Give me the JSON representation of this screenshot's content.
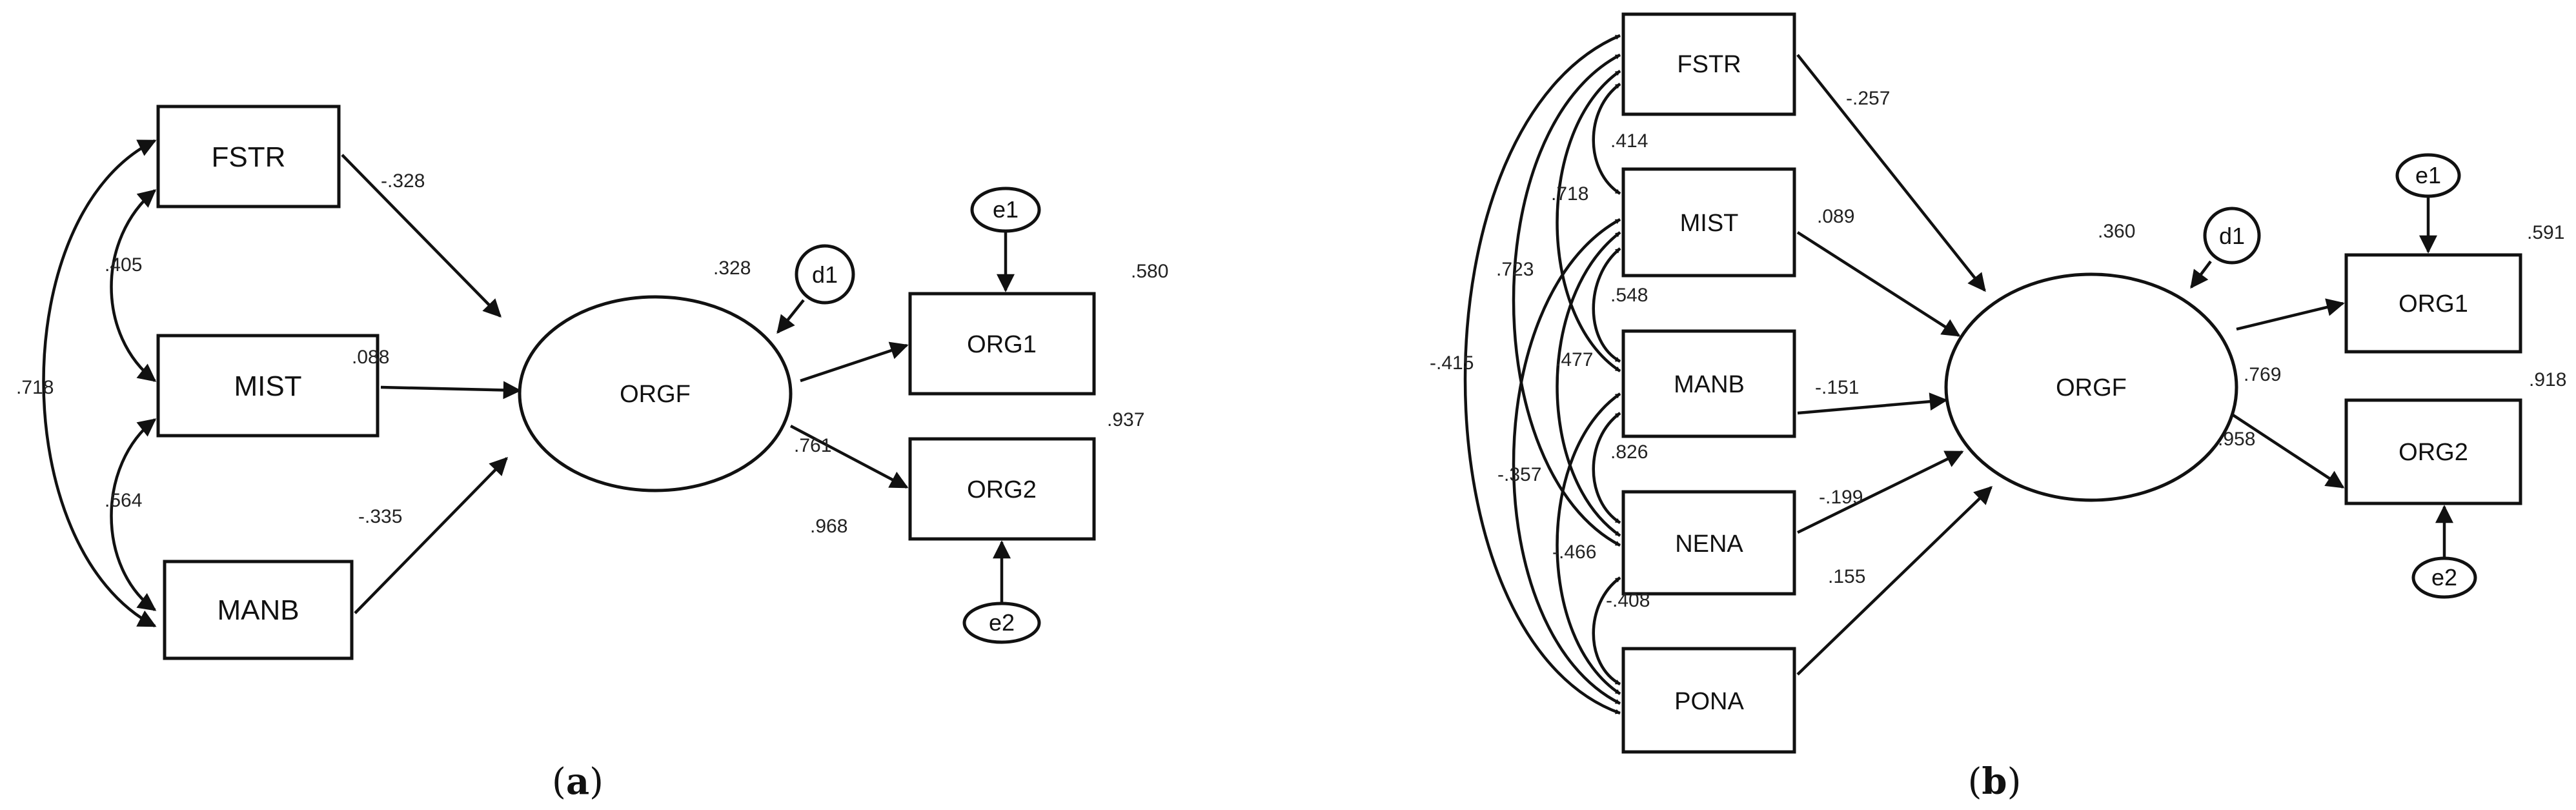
{
  "panel_a": {
    "caption_open": "(",
    "caption_letter": "a",
    "caption_close": ")",
    "nodes": {
      "fstr": "FSTR",
      "mist": "MIST",
      "manb": "MANB",
      "orgf": "ORGF",
      "org1": "ORG1",
      "org2": "ORG2",
      "d1": "d1",
      "e1": "e1",
      "e2": "e2"
    },
    "coefficients": {
      "fstr_orgf": "-.328",
      "mist_orgf": ".088",
      "manb_orgf": "-.335",
      "orgf_r2": ".328",
      "orgf_org1": ".761",
      "orgf_org2": ".968",
      "org1_r2": ".580",
      "org2_r2": ".937",
      "fstr_mist": ".405",
      "mist_manb": ".564",
      "fstr_manb": ".718"
    }
  },
  "panel_b": {
    "caption_open": "(",
    "caption_letter": "b",
    "caption_close": ")",
    "nodes": {
      "fstr": "FSTR",
      "mist": "MIST",
      "manb": "MANB",
      "nena": "NENA",
      "pona": "PONA",
      "orgf": "ORGF",
      "org1": "ORG1",
      "org2": "ORG2",
      "d1": "d1",
      "e1": "e1",
      "e2": "e2"
    },
    "coefficients": {
      "fstr_orgf": "-.257",
      "mist_orgf": ".089",
      "manb_orgf": "-.151",
      "nena_orgf": "-.199",
      "pona_orgf": ".155",
      "orgf_r2": ".360",
      "orgf_org1": ".769",
      "orgf_org2": ".958",
      "org1_r2": ".591",
      "org2_r2": ".918",
      "fstr_mist": ".414",
      "mist_manb": ".548",
      "manb_nena": ".826",
      "nena_pona": "-.408",
      "fstr_manb": ".718",
      "mist_nena": ".477",
      "manb_pona": "-.466",
      "fstr_nena": ".723",
      "mist_pona": "-.357",
      "fstr_pona": "-.415"
    }
  }
}
